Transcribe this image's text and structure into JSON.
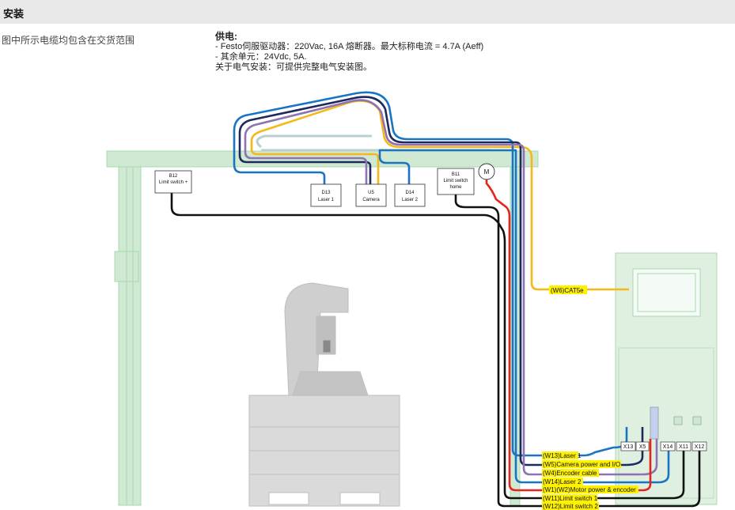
{
  "header": {
    "title": "安装"
  },
  "note": "图中所示电缆均包含在交货范围",
  "power": {
    "title": "供电:",
    "line1": "- Festo伺服驱动器：220Vac, 16A 熔断器。最大标称电流 = 4.7A (Aeff)",
    "line2": "- 其余单元：24Vdc, 5A.",
    "line3": "关于电气安装：可提供完整电气安装图。"
  },
  "components": {
    "b12": {
      "id": "B12",
      "name": "Limit switch +"
    },
    "d13": {
      "id": "D13",
      "name": "Laser 1"
    },
    "u5": {
      "id": "U5",
      "name": "Camera"
    },
    "d14": {
      "id": "D14",
      "name": "Laser 2"
    },
    "b11": {
      "id": "B11",
      "name1": "Limit switch",
      "name2": "home"
    },
    "motor": {
      "id": "M"
    }
  },
  "ports": [
    "X13",
    "X5",
    "X14",
    "X11",
    "X12"
  ],
  "cables": {
    "w6": "(W6)CAT5e",
    "w13": "(W13)Laser 1",
    "w5": "(W5)Camera power and I/O",
    "w4": "(W4)Encoder cable",
    "w14": "(W14)Laser 2",
    "w1w2": "(W1)(W2)Motor power & encoder",
    "w11": "(W11)Limit switch 1",
    "w12": "(W12)Limit switch 2"
  },
  "colors": {
    "blue": "#1a74c4",
    "navy": "#1d2a5c",
    "purple": "#8e72b3",
    "yellow": "#f6b818",
    "red": "#e5241b",
    "black": "#111111",
    "frame_green": "#a9d9b0",
    "label_highlight": "#fff200"
  }
}
